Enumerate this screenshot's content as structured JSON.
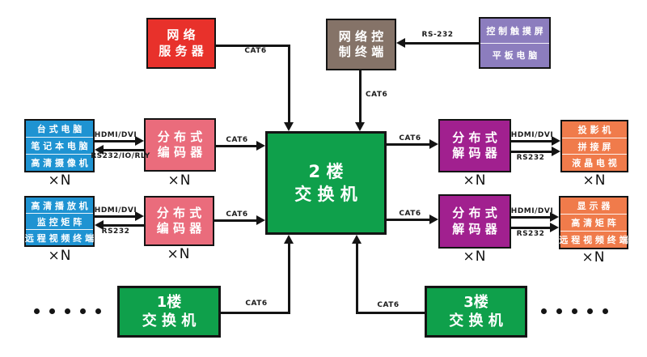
{
  "nodes": {
    "server": {
      "line1": "网 络",
      "line2": "服 务 器",
      "color": "#e8312b"
    },
    "terminal": {
      "line1": "网 络 控",
      "line2": "制 终 端",
      "color": "#857368"
    },
    "touchpanel": {
      "rows": [
        "控 制 触 摸 屏",
        "平 板 电 脑"
      ],
      "color": "#8c7dbe"
    },
    "sources1": {
      "rows": [
        "台 式 电 脑",
        "笔 记 本 电 脑",
        "高 清 摄 像 机"
      ],
      "color": "#1e93d2"
    },
    "encoder1": {
      "line1": "分 布 式",
      "line2": "编 码 器",
      "color": "#ea6c7c"
    },
    "sources2": {
      "rows": [
        "高 清 播 放 机",
        "监 控 矩 阵",
        "远 程 视 频 终 端"
      ],
      "color": "#1e93d2"
    },
    "encoder2": {
      "line1": "分 布 式",
      "line2": "编 码 器",
      "color": "#ea6c7c"
    },
    "switch2": {
      "line1": "2 楼",
      "line2": "交 换 机",
      "color": "#0fa04b"
    },
    "decoder1": {
      "line1": "分 布 式",
      "line2": "解 码 器",
      "color": "#a1208f"
    },
    "decoder2": {
      "line1": "分 布 式",
      "line2": "解 码 器",
      "color": "#a1208f"
    },
    "displays1": {
      "rows": [
        "投 影 机",
        "拼 接 屏",
        "液 晶 电 视"
      ],
      "color": "#f07b4b"
    },
    "displays2": {
      "rows": [
        "显 示 器",
        "高 清 矩 阵",
        "远 程 视 频 终 端"
      ],
      "color": "#f07b4b"
    },
    "switch1": {
      "line1": "1楼",
      "line2": "交 换 机",
      "color": "#0fa04b"
    },
    "switch3": {
      "line1": "3楼",
      "line2": "交 换 机",
      "color": "#0fa04b"
    }
  },
  "edge_labels": {
    "cat6": "CAT6",
    "rs232_dash": "RS-232",
    "hdmi_dvi": "HDMI/DVI",
    "rs232_io_rly": "RS232/IO/RLY",
    "rs232": "RS232"
  },
  "labels": {
    "multiplier": "×N"
  },
  "colors": {
    "line": "#141414",
    "background": "#ffffff",
    "text_on_node": "#ffffff"
  }
}
